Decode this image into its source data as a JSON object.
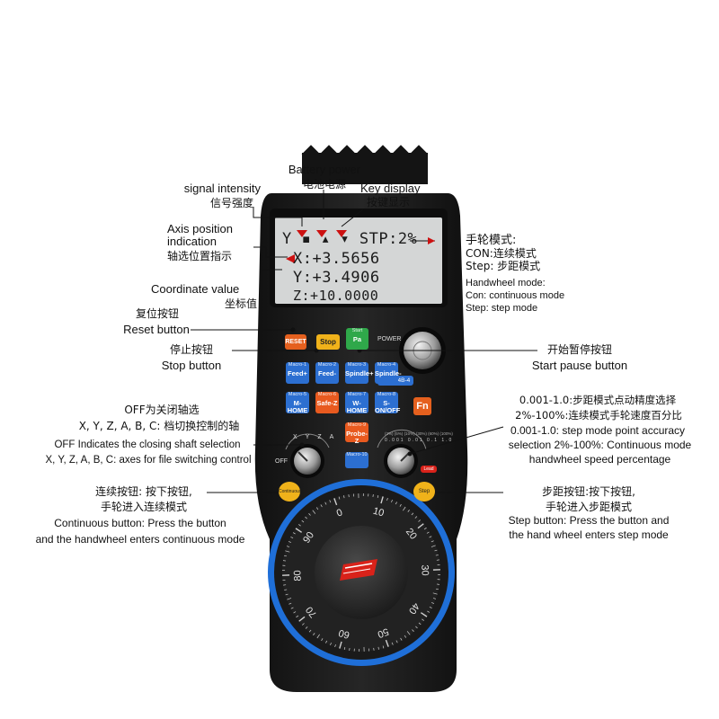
{
  "labels": {
    "battery_power": "Battery power",
    "battery_power_cn": "电池电源",
    "key_display": "Key display",
    "key_display_cn": "按键显示",
    "signal_intensity": "signal intensity",
    "signal_intensity_cn": "信号强度",
    "axis_position_1": "Axis position",
    "axis_position_2": "indication",
    "axis_position_cn": "轴选位置指示",
    "coordinate_value": "Coordinate value",
    "coordinate_value_cn": "坐标值",
    "handwheel_mode_cn": "手轮模式:",
    "con_cn": "CON:连续模式",
    "step_cn": "Step: 步距模式",
    "handwheel_mode_en": "Handwheel mode:",
    "con_en": "Con: continuous mode",
    "step_en": "Step: step mode",
    "reset_cn": "复位按钮",
    "reset_en": "Reset button",
    "stop_cn": "停止按钮",
    "stop_en": "Stop button",
    "start_pause_cn": "开始暂停按钮",
    "start_pause_en": "Start pause button",
    "off_cn": "OFF为关闭轴选",
    "axes_cn": "X, Y, Z, A, B, C: 档切换控制的轴",
    "off_en": "OFF Indicates the closing shaft selection",
    "axes_en": "X, Y, Z, A, B, C: axes for file switching control",
    "step_acc_cn": "0.001-1.0:步距模式点动精度选择",
    "speed_pct_cn": "2%-100%:连续模式手轮速度百分比",
    "step_acc_en": "0.001-1.0: step mode point accuracy",
    "selection_en": "selection 2%-100%: Continuous mode",
    "speed_pct_en": "handwheel speed percentage",
    "cont_btn_cn": "连续按钮: 按下按钮,",
    "cont_btn_cn2": "手轮进入连续模式",
    "cont_btn_en": "Continuous button: Press the button",
    "cont_btn_en2": "and the handwheel enters continuous mode",
    "step_btn_cn": "步距按钮:按下按钮,",
    "step_btn_cn2": "手轮进入步距模式",
    "step_btn_en": "Step button: Press the button and",
    "step_btn_en2": "the hand wheel enters step mode"
  },
  "lcd": {
    "line1": "Y ▪ ▴ ▾   STP:2%",
    "line2": "X:+3.5656",
    "line3": "Y:+3.4906",
    "line4": "Z:+10.0000"
  },
  "device": {
    "power_label": "POWER",
    "model": "WHB04B-4",
    "fn_label": "Fn",
    "lead_label": "Lead",
    "off_label": "OFF",
    "axis_marks": [
      "X",
      "Y",
      "Z",
      "A"
    ],
    "step_marks": [
      "0.001",
      "0.01",
      "0.1",
      "1.0"
    ],
    "pct_marks": [
      "(2%)",
      "(5%)",
      "(10%)",
      "(30%)",
      "(60%)",
      "(100%)"
    ],
    "dial_numbers": [
      "0",
      "10",
      "20",
      "30",
      "40",
      "50",
      "60",
      "70",
      "80",
      "90"
    ]
  },
  "keys": {
    "reset": "RESET",
    "stop": "Stop",
    "start_top": "Start",
    "start_main": "Pa",
    "macro1": {
      "top": "Macro-1",
      "main": "Feed+"
    },
    "macro2": {
      "top": "Macro-2",
      "main": "Feed-"
    },
    "macro3": {
      "top": "Macro-3",
      "main": "Spindle+"
    },
    "macro4": {
      "top": "Macro-4",
      "main": "Spindle-"
    },
    "macro5": {
      "top": "Macro-5",
      "main": "M-HOME"
    },
    "macro6": {
      "top": "Macro-6",
      "main": "Safe-Z"
    },
    "macro7": {
      "top": "Macro-7",
      "main": "W-HOME"
    },
    "macro8": {
      "top": "Macro-8",
      "main": "S-ON/OFF"
    },
    "macro9": {
      "top": "Macro-9",
      "main": "Probe-Z"
    },
    "macro10": {
      "top": "Macro-10",
      "main": ""
    },
    "continuous": "Continuous",
    "step": "Step"
  },
  "colors": {
    "body": "#1c1c1c",
    "lcd": "#d4d6d6",
    "reset_key": "#e5601e",
    "stop_key": "#f0b21a",
    "start_key": "#2fa84a",
    "macro_key": "#2c6fd1",
    "safe_key": "#e85a1f",
    "dial_ring": "#1f6fd8",
    "annotation_arrow": "#cc1111"
  }
}
